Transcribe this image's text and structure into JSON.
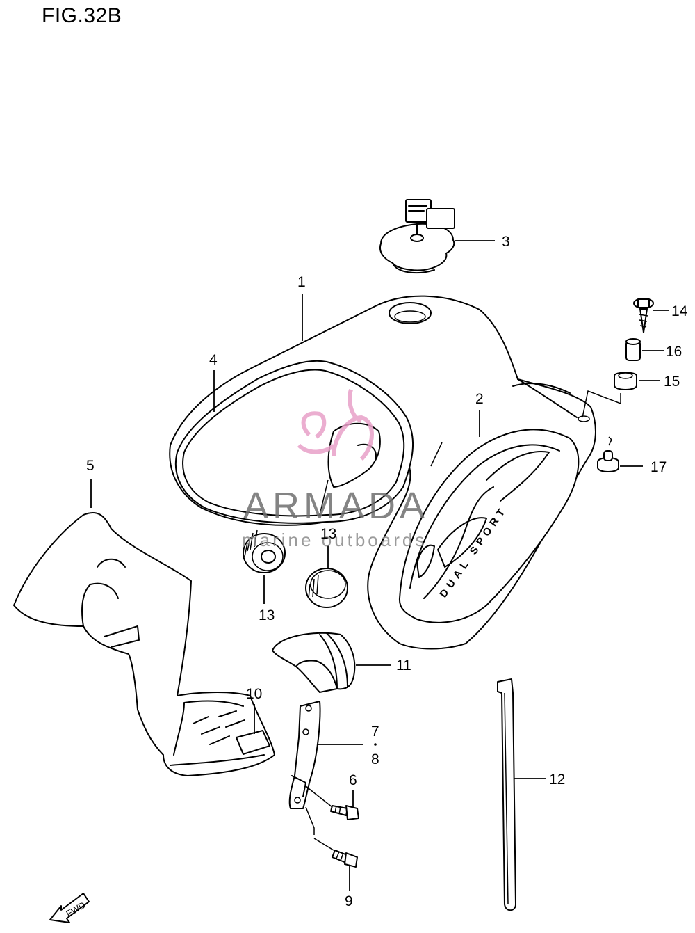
{
  "figure": {
    "title": "FIG.32B"
  },
  "watermark": {
    "brand": "ARMADA",
    "tagline": "marine outboards",
    "logo_color": "#e8a0c8",
    "text_color": "#6f6f6f"
  },
  "decal_text": "DUAL SPORT",
  "fwd_label": "FWD",
  "callouts": [
    {
      "id": "c1",
      "label": "1"
    },
    {
      "id": "c2",
      "label": "2"
    },
    {
      "id": "c3",
      "label": "3"
    },
    {
      "id": "c4",
      "label": "4"
    },
    {
      "id": "c5",
      "label": "5"
    },
    {
      "id": "c6",
      "label": "6"
    },
    {
      "id": "c7",
      "label": "7"
    },
    {
      "id": "c8",
      "label": "8"
    },
    {
      "id": "c9",
      "label": "9"
    },
    {
      "id": "c10",
      "label": "10"
    },
    {
      "id": "c11",
      "label": "11"
    },
    {
      "id": "c12",
      "label": "12"
    },
    {
      "id": "c13a",
      "label": "13"
    },
    {
      "id": "c13b",
      "label": "13"
    },
    {
      "id": "c14",
      "label": "14"
    },
    {
      "id": "c15",
      "label": "15"
    },
    {
      "id": "c16",
      "label": "16"
    },
    {
      "id": "c17",
      "label": "17"
    }
  ]
}
